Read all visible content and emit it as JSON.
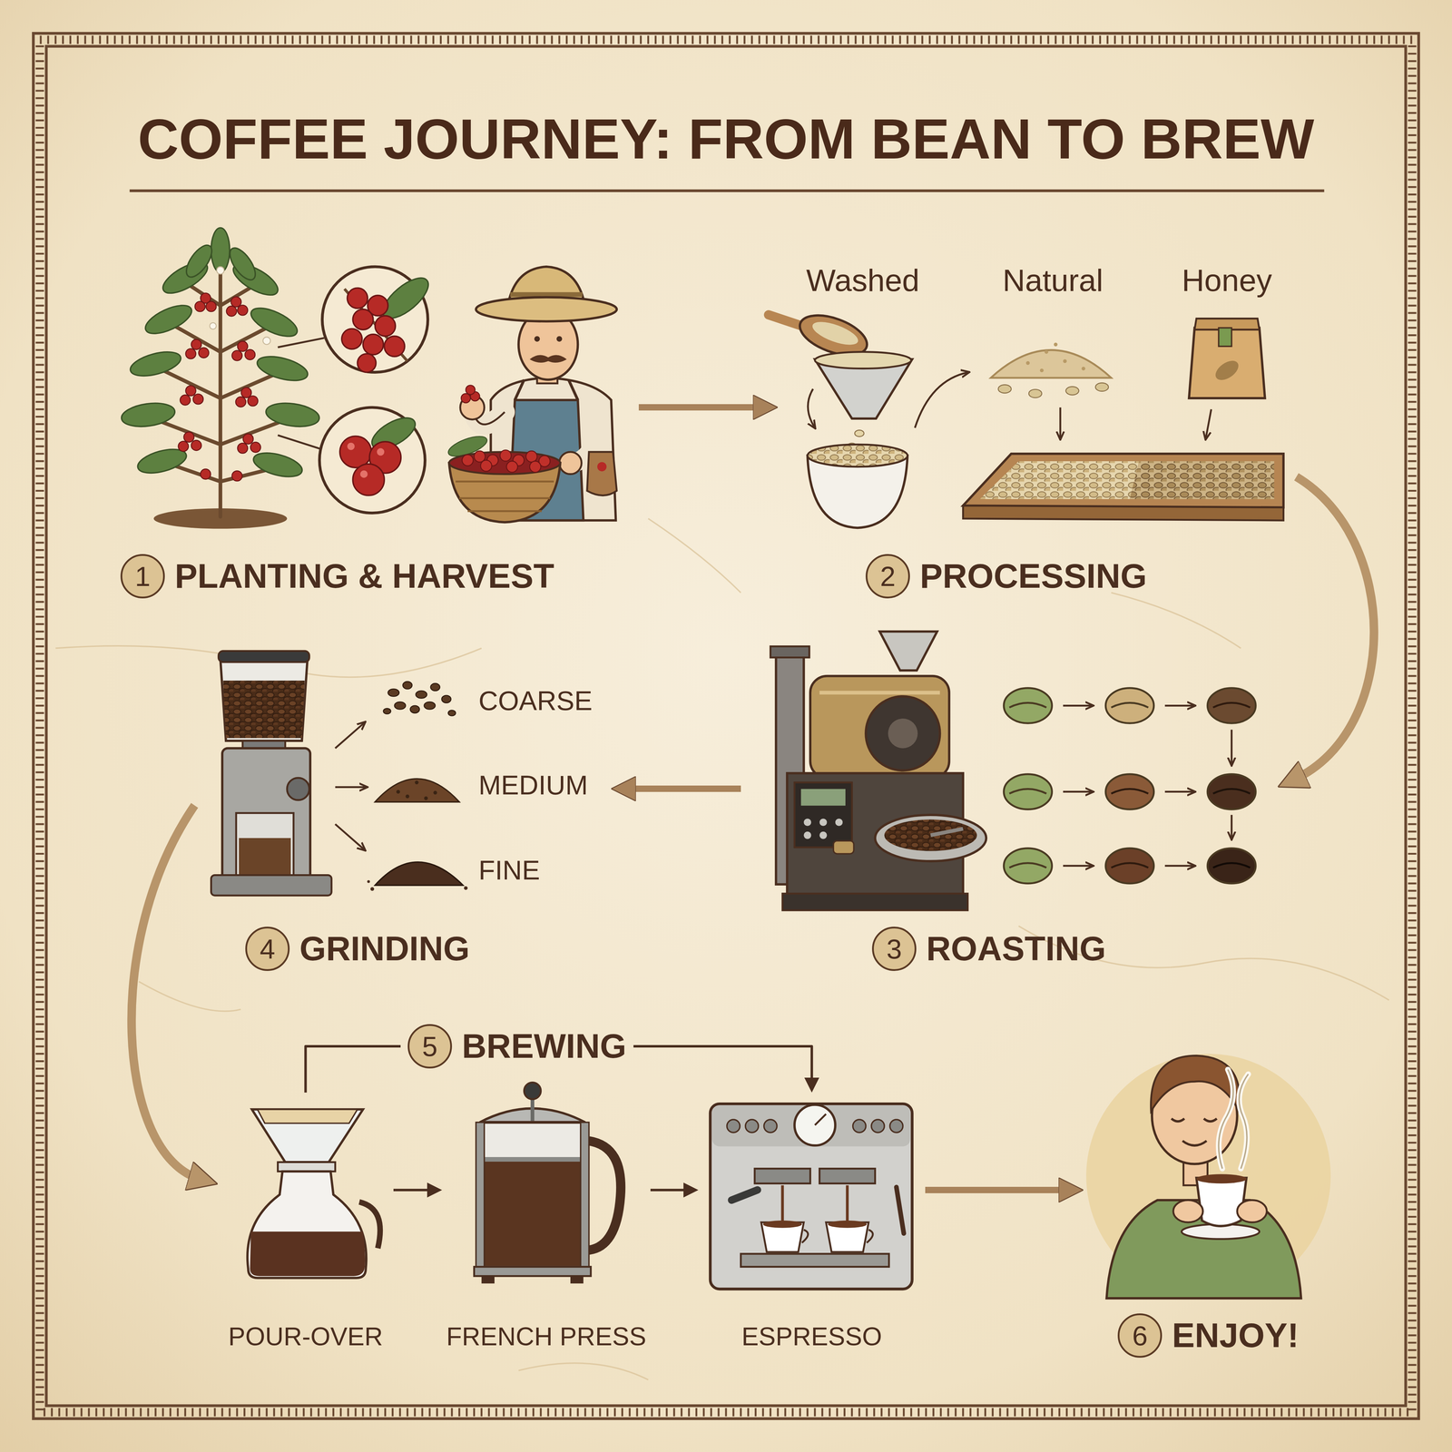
{
  "diagram": {
    "title": "COFFEE JOURNEY: FROM BEAN TO BREW",
    "nodes": [
      {
        "text": [
          "1",
          "PLANTING & HARVEST"
        ]
      },
      {
        "text": [
          "2",
          "PROCESSING"
        ]
      },
      {
        "text": [
          "3",
          "ROASTING"
        ]
      },
      {
        "text": [
          "4",
          "GRINDING"
        ]
      },
      {
        "text": [
          "5",
          "BREWING"
        ]
      },
      {
        "text": [
          "POUR-OVER"
        ]
      },
      {
        "text": [
          "FRENCH PRESS"
        ]
      },
      {
        "text": [
          "ESPRESSO"
        ]
      },
      {
        "text": [
          "6",
          "ENJOY!"
        ]
      }
    ],
    "edges": [
      {
        "from": 0,
        "to": 1,
        "arrow": "to"
      },
      {
        "from": 1,
        "to": 2,
        "arrow": "to"
      },
      {
        "from": 2,
        "to": 3,
        "arrow": "to"
      },
      {
        "from": 3,
        "to": 5,
        "arrow": "to"
      },
      {
        "from": 4,
        "to": 5,
        "arrow": "none"
      },
      {
        "from": 4,
        "to": 7,
        "arrow": "to"
      },
      {
        "from": 5,
        "to": 6,
        "arrow": "to"
      },
      {
        "from": 6,
        "to": 7,
        "arrow": "to"
      },
      {
        "from": 7,
        "to": 8,
        "arrow": "to"
      }
    ],
    "labels": [
      "Washed",
      "Natural",
      "Honey",
      "COARSE",
      "MEDIUM",
      "FINE"
    ]
  }
}
